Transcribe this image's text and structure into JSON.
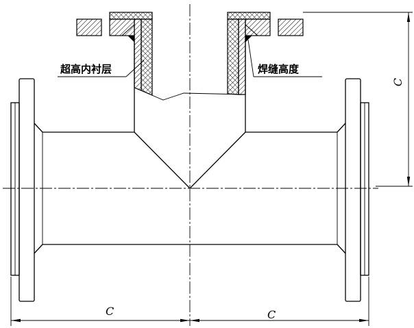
{
  "labels": {
    "lining_layer": "超高内衬层",
    "weld_height": "焊缝高度"
  },
  "dimensions": {
    "branch_height": "C",
    "run_left": "C",
    "run_right": "C"
  },
  "colors": {
    "line": "#000000",
    "background": "#ffffff"
  }
}
